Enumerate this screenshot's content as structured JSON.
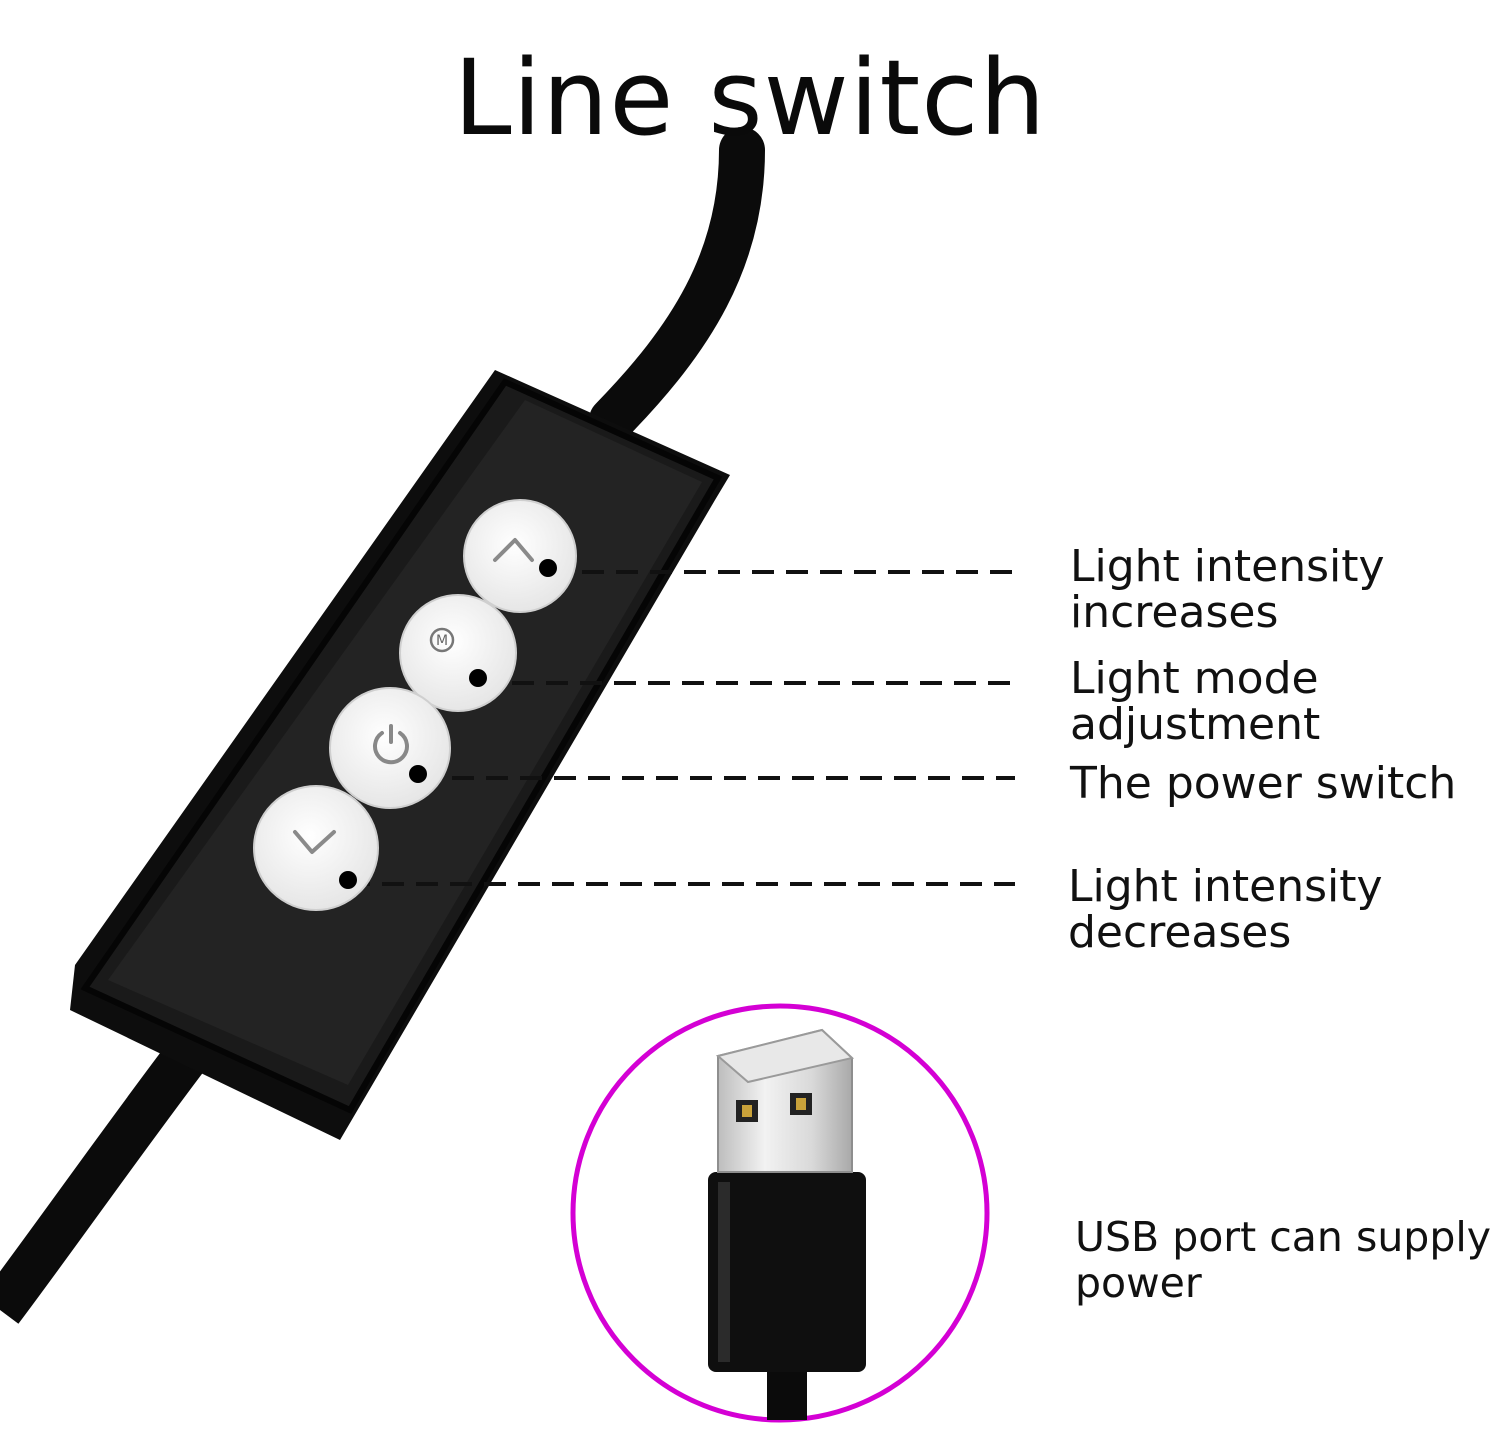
{
  "title": "Line switch",
  "buttons": [
    {
      "id": "up",
      "icon": "chevron-up-icon"
    },
    {
      "id": "mode",
      "icon": "mode-m-icon",
      "glyph": "M"
    },
    {
      "id": "power",
      "icon": "power-icon"
    },
    {
      "id": "down",
      "icon": "chevron-down-icon"
    }
  ],
  "callouts": [
    {
      "line1": "Light intensity",
      "line2": "increases"
    },
    {
      "line1": "Light mode",
      "line2": "adjustment"
    },
    {
      "line1": "The power switch",
      "line2": ""
    },
    {
      "line1": "Light intensity",
      "line2": "decreases"
    }
  ],
  "usb_caption": {
    "line1": "USB port can supply",
    "line2": "power"
  },
  "colors": {
    "background": "#ffffff",
    "controller_body": "#111111",
    "button_face": "#f4f4f4",
    "usb_circle": "#d400d4",
    "text": "#111111"
  }
}
